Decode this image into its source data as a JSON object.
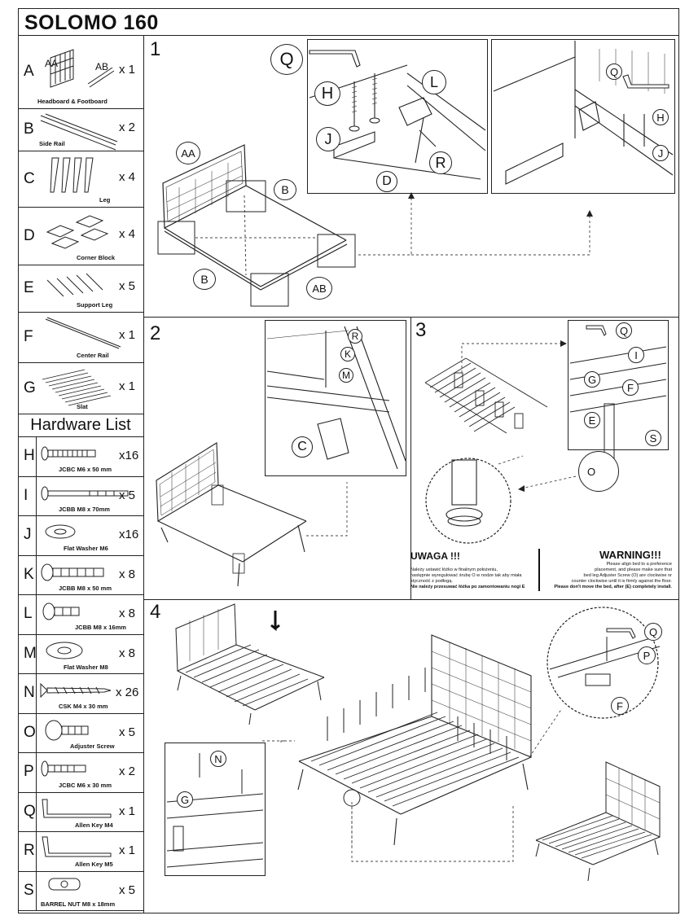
{
  "title": "SOLOMO 160",
  "parts": [
    {
      "letter": "A",
      "sub_a": "AA",
      "sub_b": "AB",
      "qty": "x 1",
      "label": "Headboard & Footboard"
    },
    {
      "letter": "B",
      "qty": "x 2",
      "label": "Side Rail"
    },
    {
      "letter": "C",
      "qty": "x 4",
      "label": "Leg"
    },
    {
      "letter": "D",
      "qty": "x 4",
      "label": "Corner Block"
    },
    {
      "letter": "E",
      "qty": "x 5",
      "label": "Support Leg"
    },
    {
      "letter": "F",
      "qty": "x 1",
      "label": "Center Rail"
    },
    {
      "letter": "G",
      "qty": "x 1",
      "label": "Slat"
    }
  ],
  "hardware_title": "Hardware List",
  "hardware": [
    {
      "letter": "H",
      "qty": "x16",
      "label": "JCBC M6 x 50 mm"
    },
    {
      "letter": "I",
      "qty": "x 5",
      "label": "JCBB M8 x 70mm"
    },
    {
      "letter": "J",
      "qty": "x16",
      "label": "Flat Washer M6"
    },
    {
      "letter": "K",
      "qty": "x 8",
      "label": "JCBB M8 x 50 mm"
    },
    {
      "letter": "L",
      "qty": "x 8",
      "label": "JCBB M8 x 16mm"
    },
    {
      "letter": "M",
      "qty": "x 8",
      "label": "Flat Washer M8"
    },
    {
      "letter": "N",
      "qty": "x 26",
      "label": "CSK M4 x 30 mm"
    },
    {
      "letter": "O",
      "qty": "x 5",
      "label": "Adjuster Screw"
    },
    {
      "letter": "P",
      "qty": "x 2",
      "label": "JCBC M6 x 30 mm"
    },
    {
      "letter": "Q",
      "qty": "x 1",
      "label": "Allen Key M4"
    },
    {
      "letter": "R",
      "qty": "x 1",
      "label": "Allen Key M5"
    },
    {
      "letter": "S",
      "qty": "x 5",
      "label": "BARREL NUT M8 x 18mm"
    }
  ],
  "steps": {
    "s1": "1",
    "s2": "2",
    "s3": "3",
    "s4": "4"
  },
  "callouts": {
    "Q": "Q",
    "H": "H",
    "J": "J",
    "L": "L",
    "R": "R",
    "D": "D",
    "AA": "AA",
    "AB": "AB",
    "B": "B",
    "K": "K",
    "M": "M",
    "C": "C",
    "I": "I",
    "G": "G",
    "F": "F",
    "E": "E",
    "S": "S",
    "O": "O",
    "N": "N",
    "P": "P"
  },
  "warning_pl": {
    "heading": "UWAGA !!!",
    "line1": "Należy ustawić łóżko w finalnym położeniu,",
    "line2": "następnie wyregulować śrubę O w nodze tak aby miała",
    "line3": "styczność z podłogą.",
    "line4": "Nie należy przesuwać łóżka po zamontowaniu nogi E"
  },
  "warning_en": {
    "heading": "WARNING!!!",
    "line1": "Please align bed to a preference",
    "line2": "placement, and please make sure that",
    "line3": "bed leg Adjuster Screw (O) are clockwise or",
    "line4": "counter clockwise until it is firmly against the floor.",
    "line5": "Please don't move the bed, after (E) completely install."
  }
}
